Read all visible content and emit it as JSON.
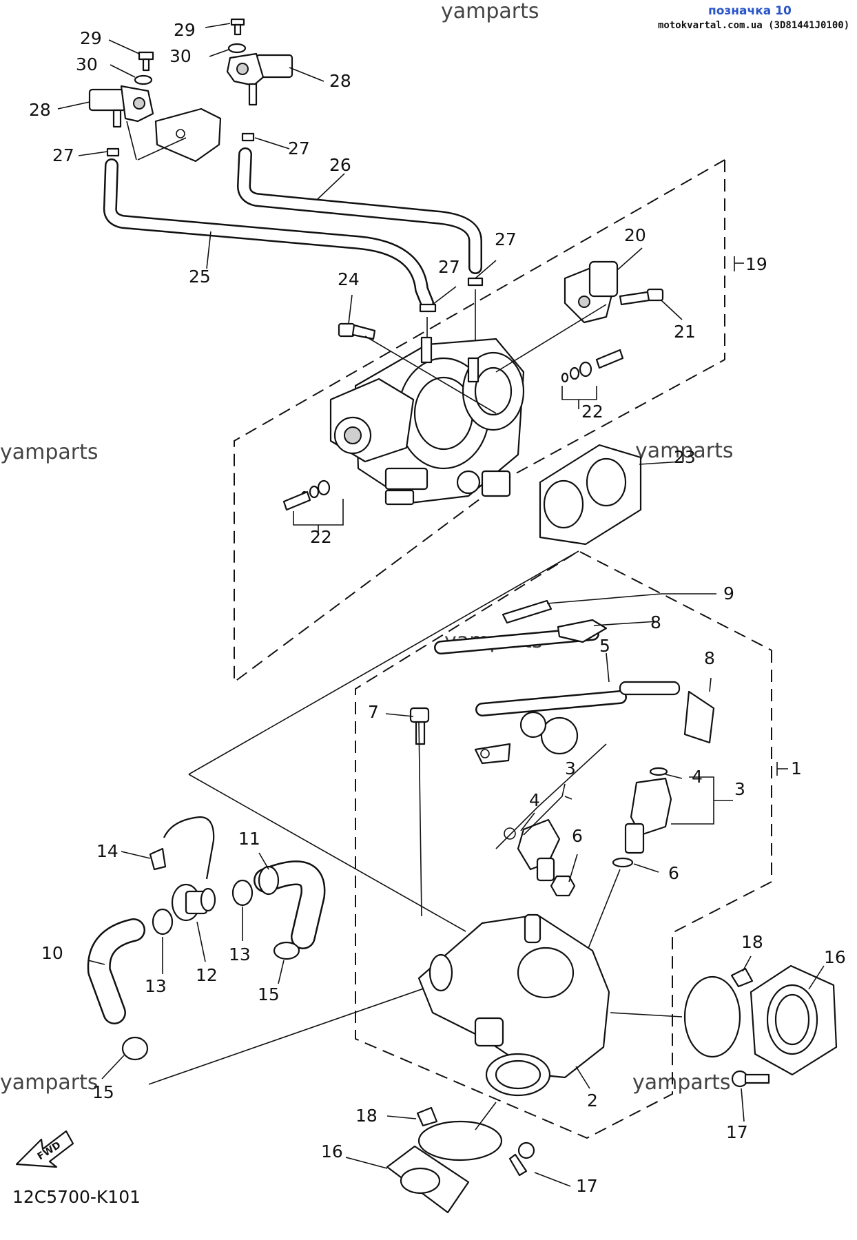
{
  "header": {
    "watermark_top": "yamparts",
    "title": "позначка 10",
    "subtitle": "motokvartal.com.ua (3D81441J0100)"
  },
  "watermarks": [
    "yamparts",
    "yamparts",
    "yamparts",
    "yamparts",
    "yamparts"
  ],
  "diagram_code": "12C5700-K101",
  "fwd_label": "FWD",
  "callouts": [
    {
      "id": "c29a",
      "text": "29"
    },
    {
      "id": "c29b",
      "text": "29"
    },
    {
      "id": "c30a",
      "text": "30"
    },
    {
      "id": "c30b",
      "text": "30"
    },
    {
      "id": "c28a",
      "text": "28"
    },
    {
      "id": "c28b",
      "text": "28"
    },
    {
      "id": "c27a",
      "text": "27"
    },
    {
      "id": "c27b",
      "text": "27"
    },
    {
      "id": "c27c",
      "text": "27"
    },
    {
      "id": "c27d",
      "text": "27"
    },
    {
      "id": "c26",
      "text": "26"
    },
    {
      "id": "c25",
      "text": "25"
    },
    {
      "id": "c24",
      "text": "24"
    },
    {
      "id": "c20",
      "text": "20"
    },
    {
      "id": "c19",
      "text": "19"
    },
    {
      "id": "c21",
      "text": "21"
    },
    {
      "id": "c22a",
      "text": "22"
    },
    {
      "id": "c22b",
      "text": "22"
    },
    {
      "id": "c23",
      "text": "23"
    },
    {
      "id": "c9",
      "text": "9"
    },
    {
      "id": "c8a",
      "text": "8"
    },
    {
      "id": "c8b",
      "text": "8"
    },
    {
      "id": "c5",
      "text": "5"
    },
    {
      "id": "c7",
      "text": "7"
    },
    {
      "id": "c1",
      "text": "1"
    },
    {
      "id": "c3a",
      "text": "3"
    },
    {
      "id": "c3b",
      "text": "3"
    },
    {
      "id": "c4a",
      "text": "4"
    },
    {
      "id": "c4b",
      "text": "4"
    },
    {
      "id": "c6a",
      "text": "6"
    },
    {
      "id": "c6b",
      "text": "6"
    },
    {
      "id": "c14",
      "text": "14"
    },
    {
      "id": "c11",
      "text": "11"
    },
    {
      "id": "c10",
      "text": "10"
    },
    {
      "id": "c13a",
      "text": "13"
    },
    {
      "id": "c13b",
      "text": "13"
    },
    {
      "id": "c12",
      "text": "12"
    },
    {
      "id": "c15a",
      "text": "15"
    },
    {
      "id": "c15b",
      "text": "15"
    },
    {
      "id": "c18a",
      "text": "18"
    },
    {
      "id": "c18b",
      "text": "18"
    },
    {
      "id": "c16a",
      "text": "16"
    },
    {
      "id": "c16b",
      "text": "16"
    },
    {
      "id": "c17a",
      "text": "17"
    },
    {
      "id": "c17b",
      "text": "17"
    },
    {
      "id": "c2",
      "text": "2"
    }
  ]
}
